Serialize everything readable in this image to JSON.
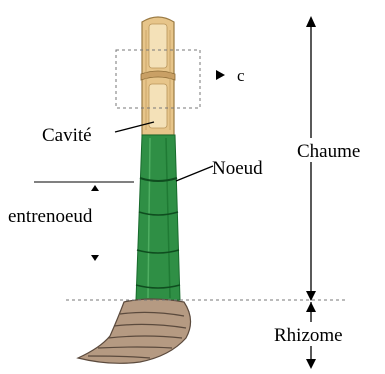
{
  "labels": {
    "c": "c",
    "cavite": "Cavité",
    "noeud": "Noeud",
    "chaume": "Chaume",
    "entrenoeud": "entrenoeud",
    "rhizome": "Rhizome"
  },
  "colors": {
    "culm_green": "#2f8f45",
    "culm_dark": "#176a2c",
    "cutaway_tan": "#e7c58a",
    "cutaway_edge": "#9a7a43",
    "cavity": "#f4e1b8",
    "rhizome": "#b59a82",
    "rhizome_dark": "#5b4a3d",
    "leader": "#000000",
    "dashed": "#777777"
  }
}
